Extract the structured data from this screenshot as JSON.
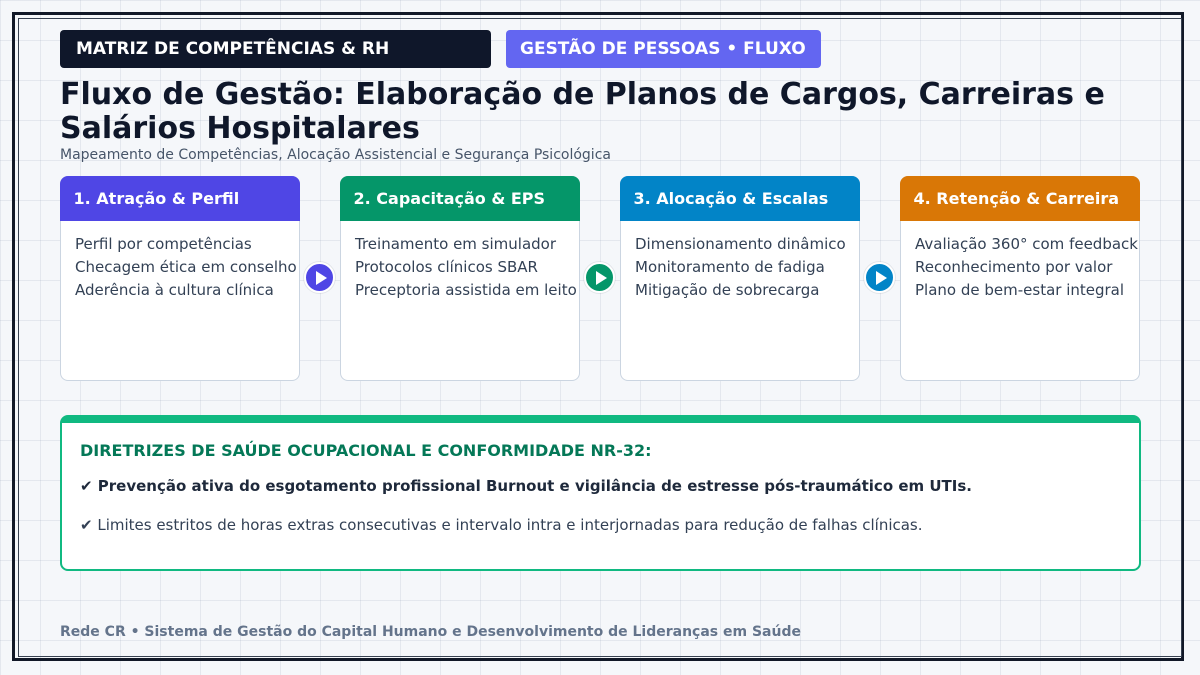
{
  "badges": {
    "primary": "MATRIZ DE COMPETÊNCIAS & RH",
    "secondary": "GESTÃO DE PESSOAS • FLUXO"
  },
  "title": "Fluxo de Gestão: Elaboração de Planos de Cargos, Carreiras e Salários Hospitalares",
  "subtitle": "Mapeamento de Competências, Alocação Assistencial e Segurança Psicológica",
  "steps": [
    {
      "label": "1. Atração & Perfil",
      "color": "#4f46e5",
      "items": [
        "Perfil por competências",
        "Checagem ética em conselho",
        "Aderência à cultura clínica"
      ]
    },
    {
      "label": "2. Capacitação & EPS",
      "color": "#059669",
      "items": [
        "Treinamento em simulador",
        "Protocolos clínicos SBAR",
        "Preceptoria assistida em leito"
      ]
    },
    {
      "label": "3. Alocação & Escalas",
      "color": "#0284c7",
      "items": [
        "Dimensionamento dinâmico",
        "Monitoramento de fadiga",
        "Mitigação de sobrecarga"
      ]
    },
    {
      "label": "4. Retenção & Carreira",
      "color": "#d97706",
      "items": [
        "Avaliação 360° com feedback",
        "Reconhecimento por valor",
        "Plano de bem-estar integral"
      ]
    }
  ],
  "guidelines": {
    "title": "DIRETRIZES DE SAÚDE OCUPACIONAL E CONFORMIDADE NR-32:",
    "items": [
      "✔ Prevenção ativa do esgotamento profissional Burnout e vigilância de estresse pós-traumático em UTIs.",
      "✔ Limites estritos de horas extras consecutivas e intervalo intra e interjornadas para redução de falhas clínicas."
    ],
    "accent_color": "#10b981"
  },
  "footer": "Rede CR • Sistema de Gestão do Capital Humano e Desenvolvimento de Lideranças em Saúde"
}
